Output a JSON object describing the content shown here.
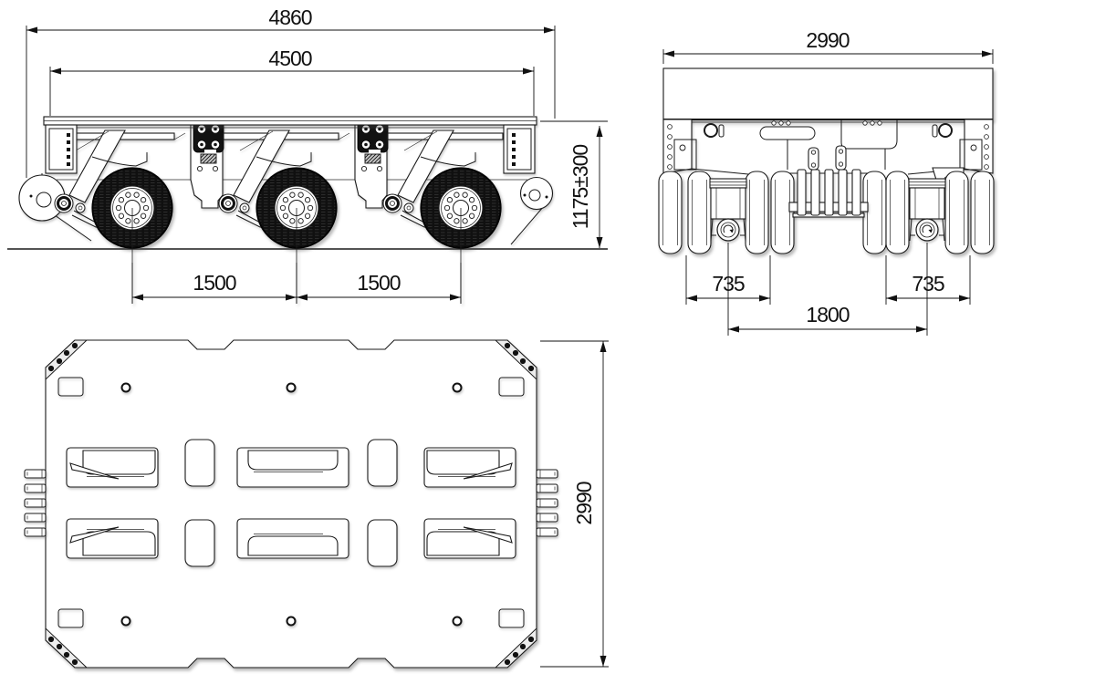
{
  "colors": {
    "line": "#1a1a1a",
    "background": "#ffffff",
    "tire_fill": "#121212"
  },
  "side_view": {
    "dims": {
      "overall_length": "4860",
      "platform_length": "4500",
      "axle_spacing_1": "1500",
      "axle_spacing_2": "1500",
      "platform_height": "1175±300"
    }
  },
  "front_view": {
    "dims": {
      "overall_width": "2990",
      "dual_wheel_track_left": "735",
      "dual_wheel_track_right": "735",
      "wheel_track": "1800"
    }
  },
  "plan_view": {
    "dims": {
      "overall_width": "2990"
    }
  }
}
